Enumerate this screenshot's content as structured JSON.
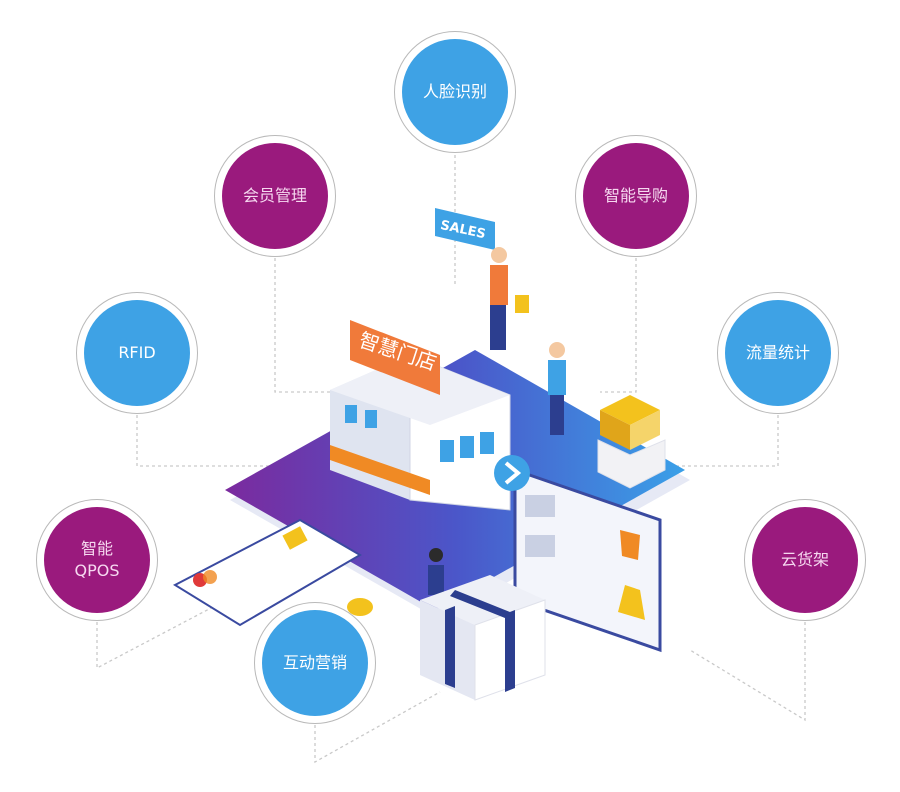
{
  "center": {
    "store_sign": "智慧门店",
    "sales_sign": "SALES"
  },
  "nodes": [
    {
      "id": "face",
      "label": "人脸识别",
      "color": "#3ea2e5"
    },
    {
      "id": "member",
      "label": "会员管理",
      "color": "#9a1a7d"
    },
    {
      "id": "guide",
      "label": "智能导购",
      "color": "#9a1a7d"
    },
    {
      "id": "rfid",
      "label": "RFID",
      "color": "#3ea2e5"
    },
    {
      "id": "flow",
      "label": "流量统计",
      "color": "#3ea2e5"
    },
    {
      "id": "qpos",
      "label": "智能\nQPOS",
      "color": "#9a1a7d"
    },
    {
      "id": "shelf",
      "label": "云货架",
      "color": "#9a1a7d"
    },
    {
      "id": "marketing",
      "label": "互动营销",
      "color": "#3ea2e5"
    }
  ]
}
